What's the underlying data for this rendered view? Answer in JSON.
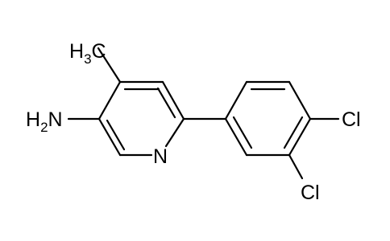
{
  "molecule": {
    "labels": {
      "methyl": {
        "main": "H",
        "sub": "3",
        "tail": "C"
      },
      "amine": {
        "main": "H",
        "sub": "2",
        "tail": "N"
      },
      "ring_nitrogen": "N",
      "chloro_upper": "Cl",
      "chloro_lower": "Cl"
    }
  }
}
